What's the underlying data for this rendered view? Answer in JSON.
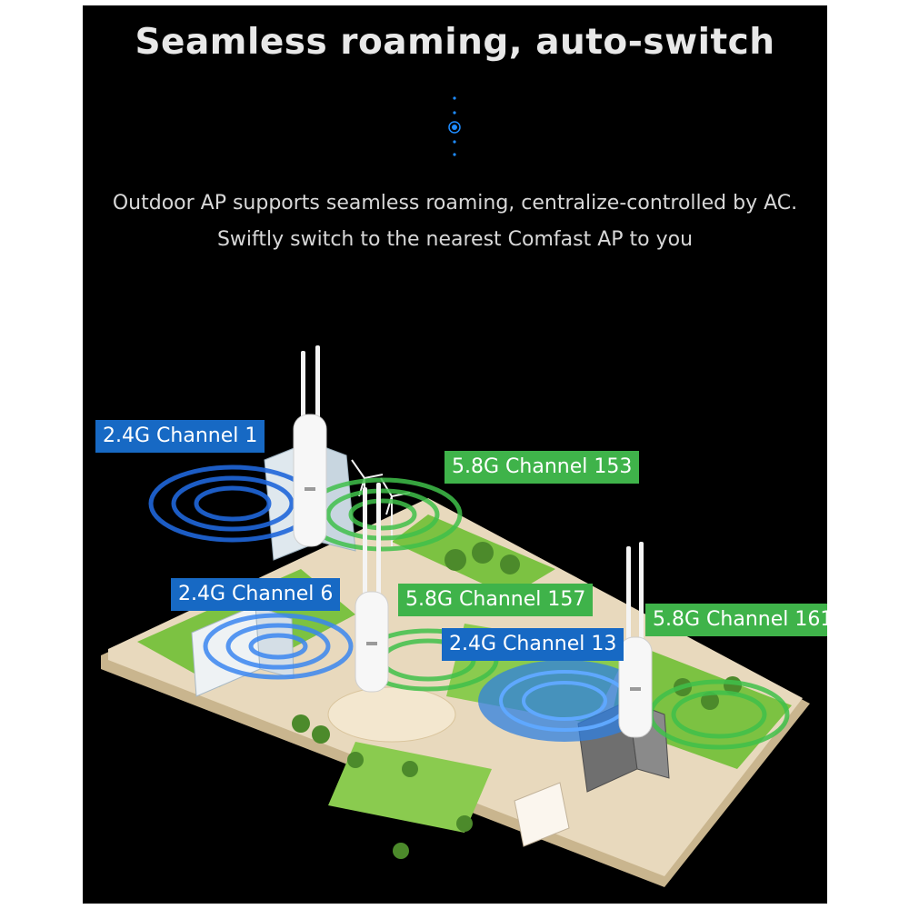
{
  "headline": "Seamless roaming, auto-switch",
  "description_lines": [
    "Outdoor AP supports seamless roaming, centralize-controlled by AC.",
    "Swiftly switch to the nearest Comfast AP to you"
  ],
  "channel_labels": {
    "ap1_24g": "2.4G Channel 1",
    "ap1_58g": "5.8G Channel 153",
    "ap2_24g": "2.4G Channel 6",
    "ap2_58g": "5.8G Channel 157",
    "ap3_24g": "2.4G Channel 13",
    "ap3_58g": "5.8G Channel 161"
  },
  "colors": {
    "background": "#000000",
    "band_24g": "#1769c4",
    "band_58g": "#3fb34a",
    "ground": "#e8d9bd",
    "grass": "#7cc242"
  },
  "icons": [
    "access-point-icon",
    "signal-wave-icon",
    "tree-icon",
    "building-icon",
    "wind-turbine-icon"
  ]
}
